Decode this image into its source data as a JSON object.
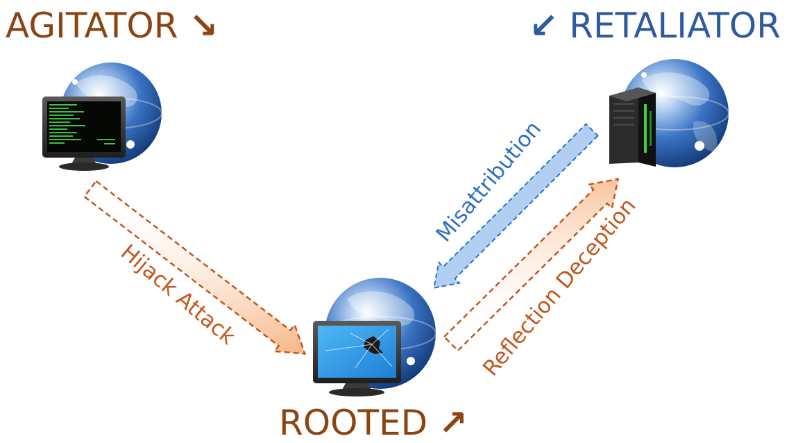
{
  "nodes": {
    "agitator": {
      "label": "AGITATOR",
      "arrow": "↘",
      "color": "#8B4513",
      "icon": "terminal-monitor-icon"
    },
    "retaliator": {
      "arrow": "↙",
      "label": "RETALIATOR",
      "color": "#2E5AA0",
      "icon": "server-rack-icon"
    },
    "rooted": {
      "label": "ROOTED",
      "arrow": "↗",
      "color": "#8B4513",
      "icon": "broken-screen-monitor-icon"
    }
  },
  "edges": {
    "hijack": {
      "label": "Hijack Attack",
      "color": "#C0581F"
    },
    "reflection": {
      "label": "Reflection Deception",
      "color": "#C0581F"
    },
    "misattribution": {
      "label": "Misattribution",
      "color": "#2E70C0"
    }
  },
  "colors": {
    "orange_arrow": "#F08A3C",
    "blue_arrow": "#4A8FE0",
    "globe_blue": "#2C5FA8"
  }
}
